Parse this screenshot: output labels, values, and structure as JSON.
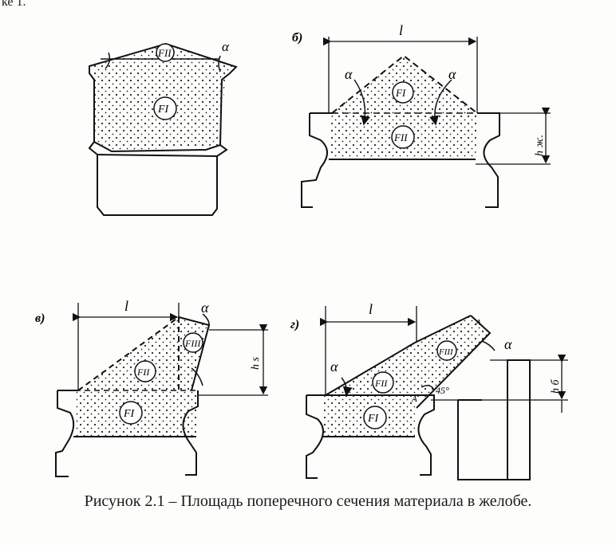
{
  "corner_text": "ке 1.",
  "caption": "Рисунок 2.1 – Площадь поперечного сечения материала в желобе.",
  "panels": {
    "a": {
      "area_top": "FII",
      "area_main": "FI",
      "angle": "α"
    },
    "b": {
      "label": "б)",
      "width": "l",
      "angle_left": "α",
      "angle_right": "α",
      "area_top": "FI",
      "area_main": "FII",
      "height": "h ж."
    },
    "v": {
      "label": "в)",
      "width": "l",
      "angle": "α",
      "area_a": "FIII",
      "area_b": "FII",
      "area_c": "FI",
      "height": "h s"
    },
    "g": {
      "label": "г)",
      "width": "l",
      "angle_left": "α",
      "angle_right": "α",
      "angle_45": "45°",
      "area_a": "FIII",
      "area_b": "FII",
      "area_c": "FI",
      "point_a_top": "A",
      "point_a_bottom": "A",
      "height": "h б"
    }
  }
}
